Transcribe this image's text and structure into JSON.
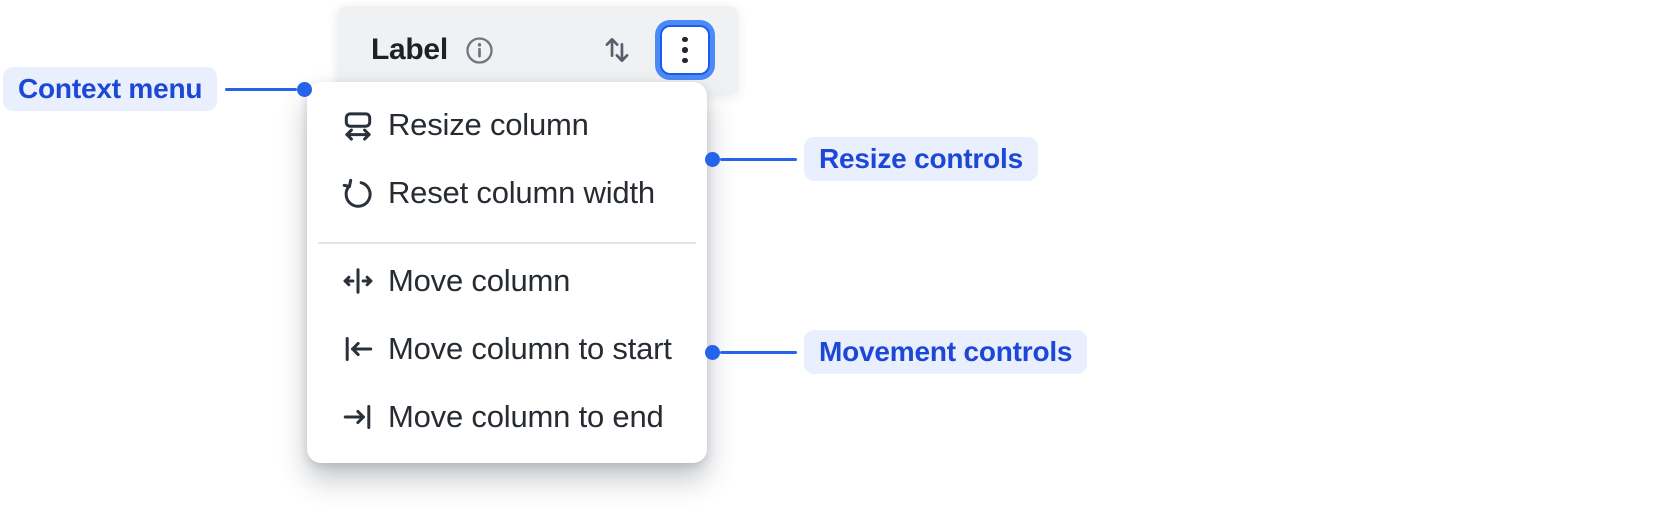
{
  "column_header": {
    "title": "Label",
    "icons": [
      "info-icon",
      "sort-icon",
      "kebab-menu-icon"
    ]
  },
  "context_menu": {
    "resize_group": [
      {
        "icon": "resize-column-icon",
        "label": "Resize column"
      },
      {
        "icon": "reset-column-width-icon",
        "label": "Reset column width"
      }
    ],
    "movement_group": [
      {
        "icon": "move-column-icon",
        "label": "Move column"
      },
      {
        "icon": "move-column-to-start-icon",
        "label": "Move column to start"
      },
      {
        "icon": "move-column-to-end-icon",
        "label": "Move column to end"
      }
    ]
  },
  "annotations": {
    "context_menu": {
      "label": "Context menu"
    },
    "resize_controls": {
      "label": "Resize controls"
    },
    "movement_controls": {
      "label": "Movement controls"
    }
  },
  "colors": {
    "accent_blue": "#2563eb",
    "focus_ring": "#4c8bf7",
    "pill_background": "#e9effd",
    "pill_text": "#1d47d6",
    "header_background": "#f0f1f3",
    "menu_text": "#272c33",
    "muted_icon": "#6e7781"
  }
}
